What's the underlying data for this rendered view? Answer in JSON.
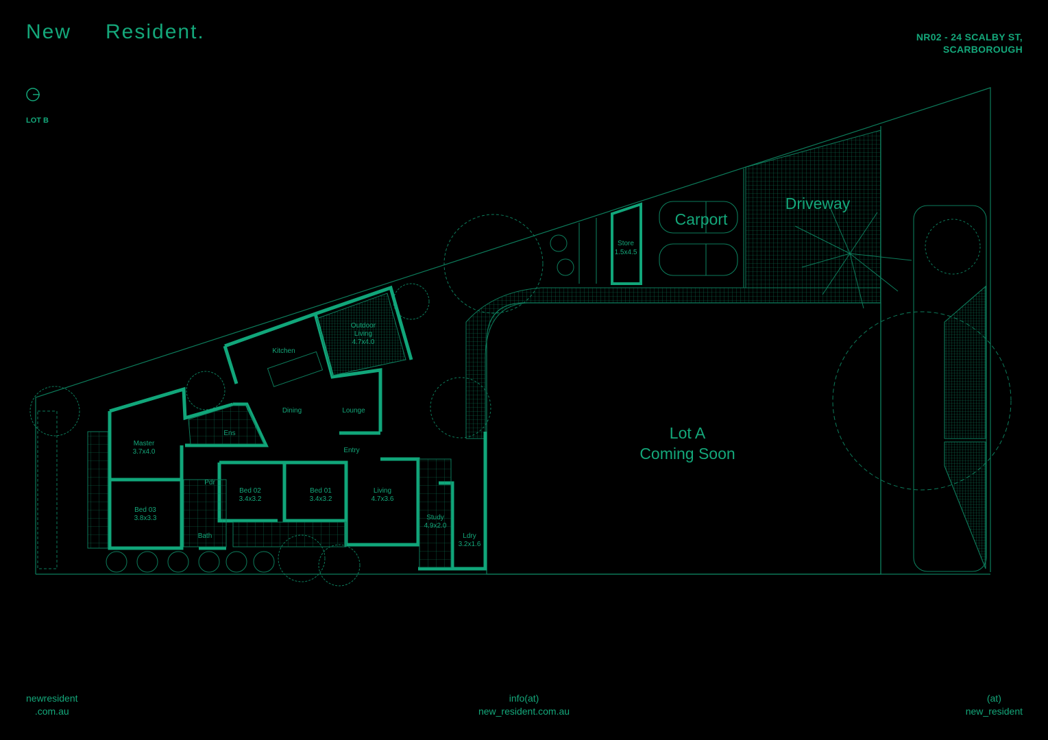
{
  "brand": {
    "word1": "New",
    "word2": "Resident."
  },
  "address": {
    "line1": "NR02 - 24 SCALBY ST,",
    "line2": "SCARBOROUGH"
  },
  "lot_label": "LOT B",
  "rooms": {
    "kitchen": "Kitchen",
    "outdoor_1": "Outdoor",
    "outdoor_2": "Living",
    "outdoor_3": "4.7x4.0",
    "dining": "Dining",
    "lounge": "Lounge",
    "ens": "Ens",
    "entry": "Entry",
    "master_1": "Master",
    "master_2": "3.7x4.0",
    "pdr": "Pdr",
    "bed02_1": "Bed 02",
    "bed02_2": "3.4x3.2",
    "bed01_1": "Bed 01",
    "bed01_2": "3.4x3.2",
    "living_1": "Living",
    "living_2": "4.7x3.6",
    "bed03_1": "Bed 03",
    "bed03_2": "3.8x3.3",
    "bath": "Bath",
    "study_1": "Study",
    "study_2": "4.9x2.0",
    "ldry_1": "Ldry",
    "ldry_2": "3.2x1.6",
    "store_1": "Store",
    "store_2": "1.5x4.5"
  },
  "areas": {
    "carport": "Carport",
    "driveway": "Driveway",
    "lot_a_1": "Lot A",
    "lot_a_2": "Coming Soon"
  },
  "footer": {
    "left_1": "newresident",
    "left_2": ".com.au",
    "center_1": "info(at)",
    "center_2": "new_resident.com.au",
    "right_1": "(at)",
    "right_2": "new_resident"
  },
  "colors": {
    "line": "#0d7d5c",
    "wall": "#11a67a",
    "background": "#000000"
  },
  "icons": {
    "north": "north-compass-icon"
  }
}
